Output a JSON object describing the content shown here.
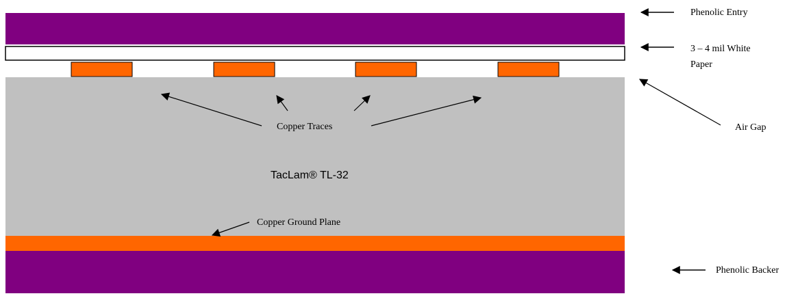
{
  "colors": {
    "phenolic": "#800080",
    "paper": "#ffffff",
    "copper": "#ff6600",
    "laminate": "#c0c0c0",
    "stroke": "#000000"
  },
  "layers": {
    "phenolic_entry": "Phenolic Entry",
    "white_paper_line1": "3 – 4 mil White",
    "white_paper_line2": "Paper",
    "air_gap": "Air Gap",
    "copper_traces": "Copper Traces",
    "laminate": "TacLam® TL-32",
    "copper_ground_plane": "Copper Ground Plane",
    "phenolic_backer": "Phenolic Backer"
  },
  "trace_count": 4
}
